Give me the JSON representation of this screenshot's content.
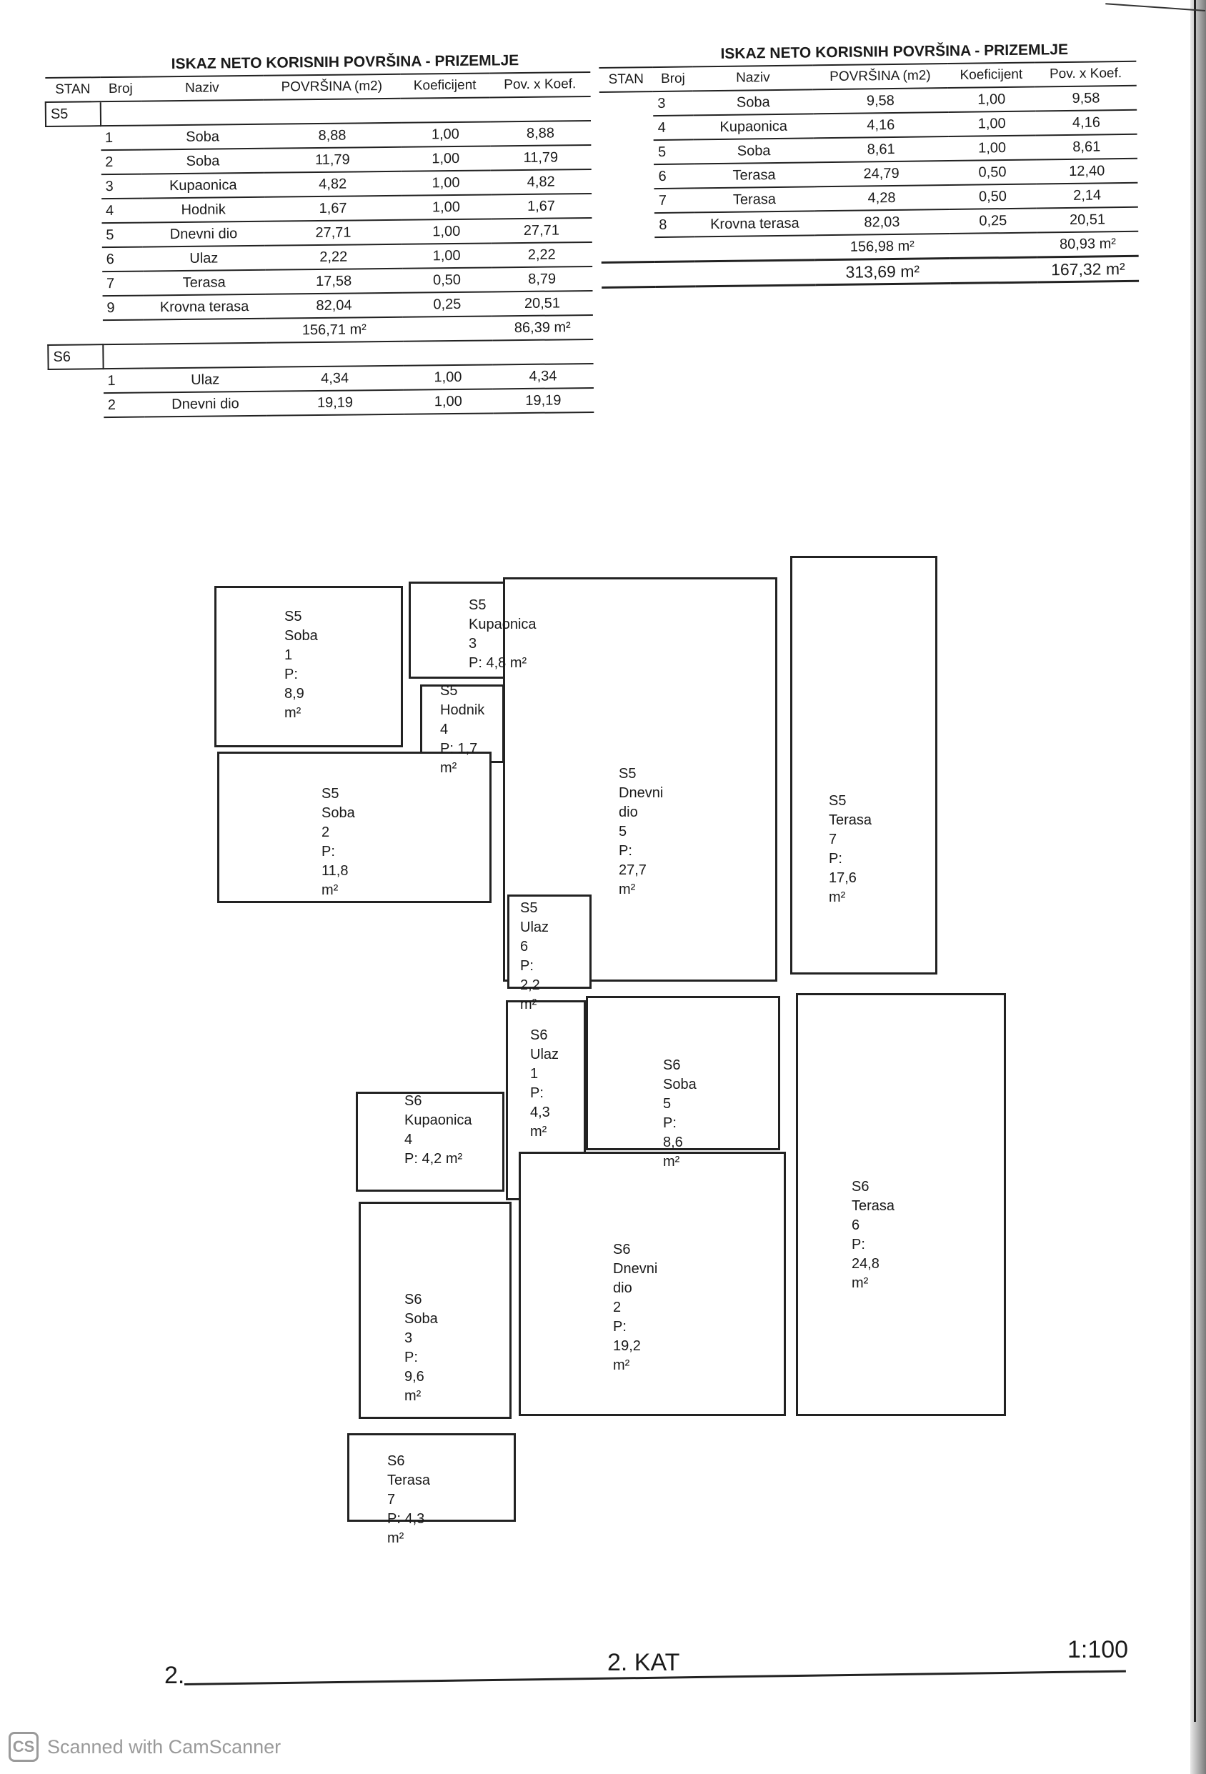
{
  "table_left": {
    "title": "ISKAZ NETO KORISNIH POVRŠINA - PRIZEMLJE",
    "headers": [
      "STAN",
      "Broj",
      "Naziv",
      "POVRŠINA (m2)",
      "Koeficijent",
      "Pov. x Koef."
    ],
    "s5_label": "S5",
    "s5_rows": [
      [
        "1",
        "Soba",
        "8,88",
        "1,00",
        "8,88"
      ],
      [
        "2",
        "Soba",
        "11,79",
        "1,00",
        "11,79"
      ],
      [
        "3",
        "Kupaonica",
        "4,82",
        "1,00",
        "4,82"
      ],
      [
        "4",
        "Hodnik",
        "1,67",
        "1,00",
        "1,67"
      ],
      [
        "5",
        "Dnevni dio",
        "27,71",
        "1,00",
        "27,71"
      ],
      [
        "6",
        "Ulaz",
        "2,22",
        "1,00",
        "2,22"
      ],
      [
        "7",
        "Terasa",
        "17,58",
        "0,50",
        "8,79"
      ],
      [
        "9",
        "Krovna terasa",
        "82,04",
        "0,25",
        "20,51"
      ]
    ],
    "s5_total_area": "156,71 m²",
    "s5_total_koef": "86,39 m²",
    "s6_label": "S6",
    "s6_rows": [
      [
        "1",
        "Ulaz",
        "4,34",
        "1,00",
        "4,34"
      ],
      [
        "2",
        "Dnevni dio",
        "19,19",
        "1,00",
        "19,19"
      ]
    ]
  },
  "table_right": {
    "title": "ISKAZ NETO KORISNIH POVRŠINA - PRIZEMLJE",
    "headers": [
      "STAN",
      "Broj",
      "Naziv",
      "POVRŠINA (m2)",
      "Koeficijent",
      "Pov. x Koef."
    ],
    "rows": [
      [
        "3",
        "Soba",
        "9,58",
        "1,00",
        "9,58"
      ],
      [
        "4",
        "Kupaonica",
        "4,16",
        "1,00",
        "4,16"
      ],
      [
        "5",
        "Soba",
        "8,61",
        "1,00",
        "8,61"
      ],
      [
        "6",
        "Terasa",
        "24,79",
        "0,50",
        "12,40"
      ],
      [
        "7",
        "Terasa",
        "4,28",
        "0,50",
        "2,14"
      ],
      [
        "8",
        "Krovna terasa",
        "82,03",
        "0,25",
        "20,51"
      ]
    ],
    "s6_total_area": "156,98 m²",
    "s6_total_koef": "80,93 m²",
    "grand_total_area": "313,69 m²",
    "grand_total_koef": "167,32 m²"
  },
  "rooms": [
    {
      "stan": "S5",
      "name": "Soba",
      "num": "1",
      "area": "P: 8,9 m²"
    },
    {
      "stan": "S5",
      "name": "Kupaonica",
      "num": "3",
      "area": "P: 4,8 m²"
    },
    {
      "stan": "S5",
      "name": "Hodnik",
      "num": "4",
      "area": "P: 1,7 m²"
    },
    {
      "stan": "S5",
      "name": "Soba",
      "num": "2",
      "area": "P: 11,8 m²"
    },
    {
      "stan": "S5",
      "name": "Dnevni dio",
      "num": "5",
      "area": "P: 27,7 m²"
    },
    {
      "stan": "S5",
      "name": "Terasa",
      "num": "7",
      "area": "P: 17,6 m²"
    },
    {
      "stan": "S5",
      "name": "Ulaz",
      "num": "6",
      "area": "P: 2,2 m²"
    },
    {
      "stan": "S6",
      "name": "Ulaz",
      "num": "1",
      "area": "P: 4,3 m²"
    },
    {
      "stan": "S6",
      "name": "Soba",
      "num": "5",
      "area": "P: 8,6 m²"
    },
    {
      "stan": "S6",
      "name": "Kupaonica",
      "num": "4",
      "area": "P: 4,2 m²"
    },
    {
      "stan": "S6",
      "name": "Terasa",
      "num": "6",
      "area": "P: 24,8 m²"
    },
    {
      "stan": "S6",
      "name": "Dnevni dio",
      "num": "2",
      "area": "P: 19,2 m²"
    },
    {
      "stan": "S6",
      "name": "Soba",
      "num": "3",
      "area": "P: 9,6 m²"
    },
    {
      "stan": "S6",
      "name": "Terasa",
      "num": "7",
      "area": "P: 4,3 m²"
    }
  ],
  "footer": {
    "page_number": "2.",
    "floor": "2. KAT",
    "scale": "1:100"
  },
  "watermark": {
    "logo": "CS",
    "text": "Scanned with CamScanner"
  }
}
